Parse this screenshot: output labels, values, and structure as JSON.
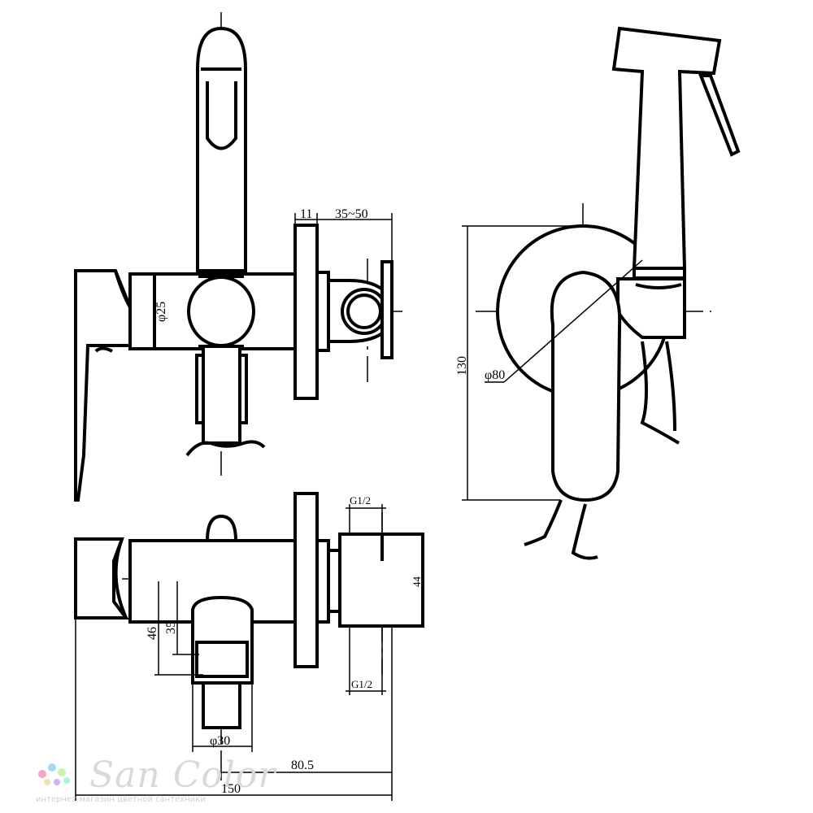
{
  "dimensions": {
    "handle_width": "11",
    "wall_depth": "35~50",
    "body_dia": "φ25",
    "rosette_dia": "φ80",
    "height_130": "130",
    "thread_top": "G1/2",
    "thread_bottom": "G1/2",
    "dim_44": "44",
    "dim_46": "46",
    "dim_35": "35",
    "outlet_dia": "φ30",
    "dim_80_5": "80.5",
    "dim_150": "150"
  },
  "watermark": {
    "brand": "San Color",
    "tagline": "интернет-магазин цветной сантехники",
    "dot_colors": [
      "#f4a6c9",
      "#a6d8f4",
      "#c9f4a6",
      "#f4e3a6",
      "#d0b4f4",
      "#a6f4dc"
    ]
  }
}
